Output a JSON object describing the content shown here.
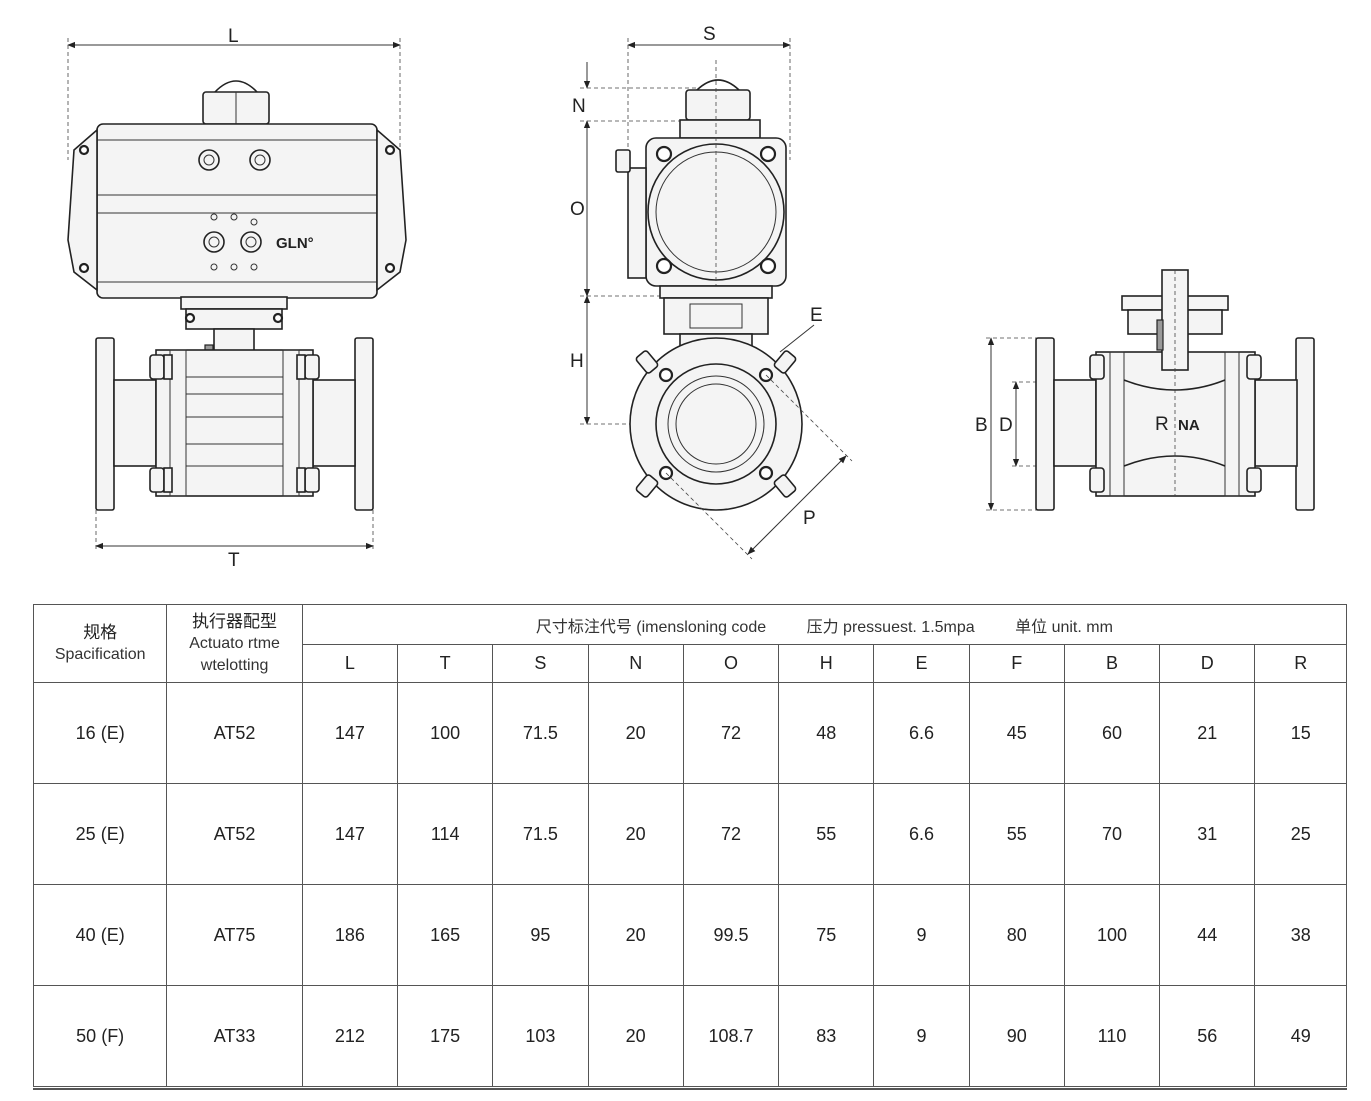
{
  "diagram": {
    "labels": {
      "L": "L",
      "T": "T",
      "S": "S",
      "N": "N",
      "O": "O",
      "H": "H",
      "E": "E",
      "P": "P",
      "B": "B",
      "D": "D",
      "R": "R"
    },
    "logo_text": "GLN°",
    "body_mark": "NA"
  },
  "table": {
    "header": {
      "spec_cn": "规格",
      "spec_en": "Spacification",
      "actuator_cn": "执行器配型",
      "actuator_en_line1": "Actuato rtme",
      "actuator_en_line2": "wtelotting",
      "dimension_code": "尺寸标注代号 (imensloning code",
      "pressure": "压力 pressuest. 1.5mpa",
      "unit": "单位 unit.  mm"
    },
    "columns": [
      "L",
      "T",
      "S",
      "N",
      "O",
      "H",
      "E",
      "F",
      "B",
      "D",
      "R"
    ],
    "rows": [
      {
        "spec": "16 (E)",
        "actuator": "AT52",
        "values": [
          "147",
          "100",
          "71.5",
          "20",
          "72",
          "48",
          "6.6",
          "45",
          "60",
          "21",
          "15"
        ]
      },
      {
        "spec": "25 (E)",
        "actuator": "AT52",
        "values": [
          "147",
          "114",
          "71.5",
          "20",
          "72",
          "55",
          "6.6",
          "55",
          "70",
          "31",
          "25"
        ]
      },
      {
        "spec": "40 (E)",
        "actuator": "AT75",
        "values": [
          "186",
          "165",
          "95",
          "20",
          "99.5",
          "75",
          "9",
          "80",
          "100",
          "44",
          "38"
        ]
      },
      {
        "spec": "50 (F)",
        "actuator": "AT33",
        "values": [
          "212",
          "175",
          "103",
          "20",
          "108.7",
          "83",
          "9",
          "90",
          "110",
          "56",
          "49"
        ]
      }
    ]
  }
}
